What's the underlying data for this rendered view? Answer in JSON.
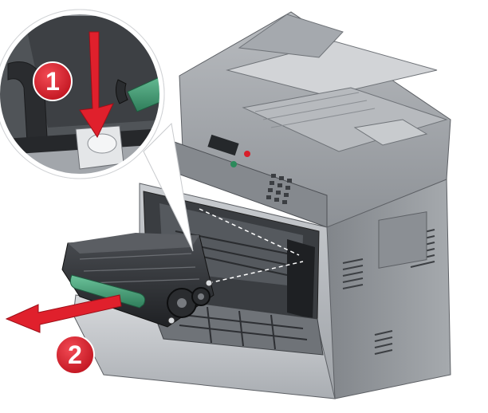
{
  "steps": [
    {
      "number": "1",
      "action": "press-release-button",
      "marker": "red-down-arrow"
    },
    {
      "number": "2",
      "action": "pull-out-cartridge",
      "marker": "red-left-arrow"
    }
  ],
  "colors": {
    "step_badge": "#d81e2a",
    "arrow": "#e0202c",
    "handle_green": "#3f9a74",
    "printer_body": "#9a9ea3",
    "printer_dark": "#4a4d52",
    "cartridge": "#2d2f33"
  },
  "icons": [
    "printer-illustration",
    "toner-cartridge-illustration",
    "magnifier-callout",
    "press-arrow-icon",
    "pull-arrow-icon"
  ]
}
